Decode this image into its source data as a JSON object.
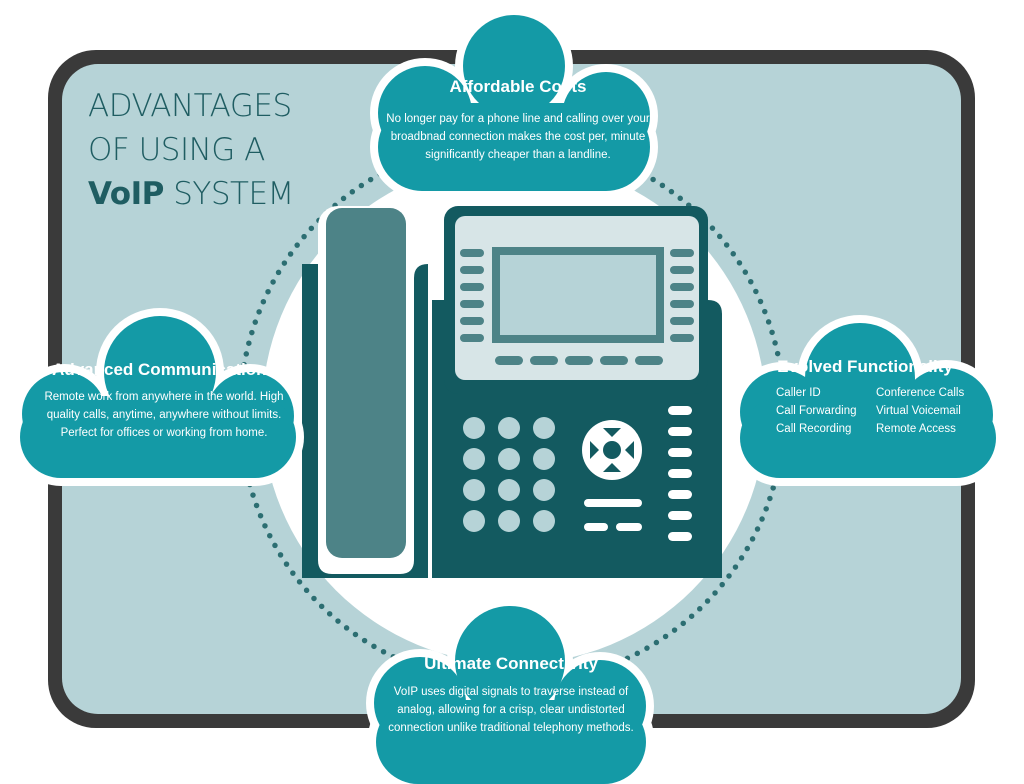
{
  "title": {
    "line1": "ADVANTAGES",
    "line2": "OF USING A",
    "emphasis": "VoIP",
    "line3_rest": " SYSTEM"
  },
  "clouds": {
    "costs": {
      "heading": "Affordable Costs",
      "body": "No longer pay for a phone line and calling over your broadbnad connection makes the cost per, minute significantly cheaper than a landline."
    },
    "advanced": {
      "heading": "Advanced Communications",
      "body": "Remote work from anywhere in the world. High quality calls, anytime, anywhere without limits. Perfect for offices or working from home."
    },
    "evolved": {
      "heading": "Evolved Functionality",
      "features_left": [
        "Caller ID",
        "Call Forwarding",
        "Call Recording"
      ],
      "features_right": [
        "Conference Calls",
        "Virtual Voicemail",
        "Remote Access"
      ]
    },
    "connect": {
      "heading": "Ultimate Connectivity",
      "body": "VoIP uses digital signals to traverse instead of analog, allowing for a crisp, clear undistorted connection unlike traditional telephony methods."
    }
  },
  "colors": {
    "frame": "#3a3a3a",
    "panel": "#b6d3d7",
    "cloud": "#149aa6",
    "phone": "#135a60",
    "phone_light": "#b6d3d7",
    "handset": "#4d8387",
    "title": "#1f5d62",
    "dots": "#2c6e72"
  },
  "icons": {
    "phone": "desk-phone-icon",
    "nav": "navigation-pad-icon"
  }
}
